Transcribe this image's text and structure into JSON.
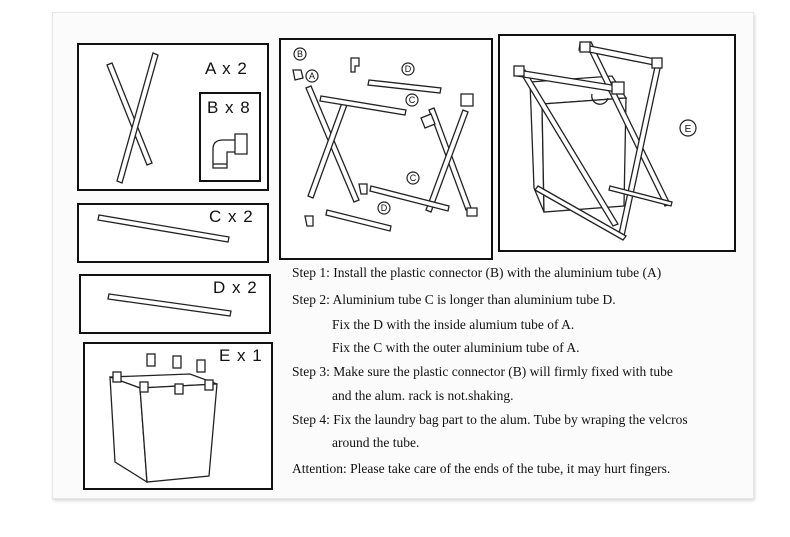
{
  "parts": {
    "a": {
      "label": "A x 2"
    },
    "b": {
      "label": "B x 8"
    },
    "c": {
      "label": "C x 2"
    },
    "d": {
      "label": "D x 2"
    },
    "e": {
      "label": "E x 1"
    }
  },
  "diagram_callouts": {
    "b": "B",
    "a": "A",
    "d_top": "D",
    "c_top": "C",
    "c_mid": "C",
    "d_bottom": "D",
    "e": "E"
  },
  "instructions": {
    "step1": "Step 1: Install the plastic connector (B) with the aluminium tube (A)",
    "step2": "Step 2: Aluminium tube C is longer than aluminium tube D.",
    "step2_line2": "Fix the D with the inside alumium tube of A.",
    "step2_line3": "Fix the C with the outer aluminium tube of A.",
    "step3": "Step 3: Make sure the plastic connector (B) will firmly fixed with tube",
    "step3_line2": "and the alum. rack is not.shaking.",
    "step4": "Step 4: Fix the laundry bag part to the alum. Tube by wraping the velcros",
    "step4_line2": "around the tube.",
    "attention": "Attention: Please take care of the ends of the tube, it may hurt fingers."
  }
}
